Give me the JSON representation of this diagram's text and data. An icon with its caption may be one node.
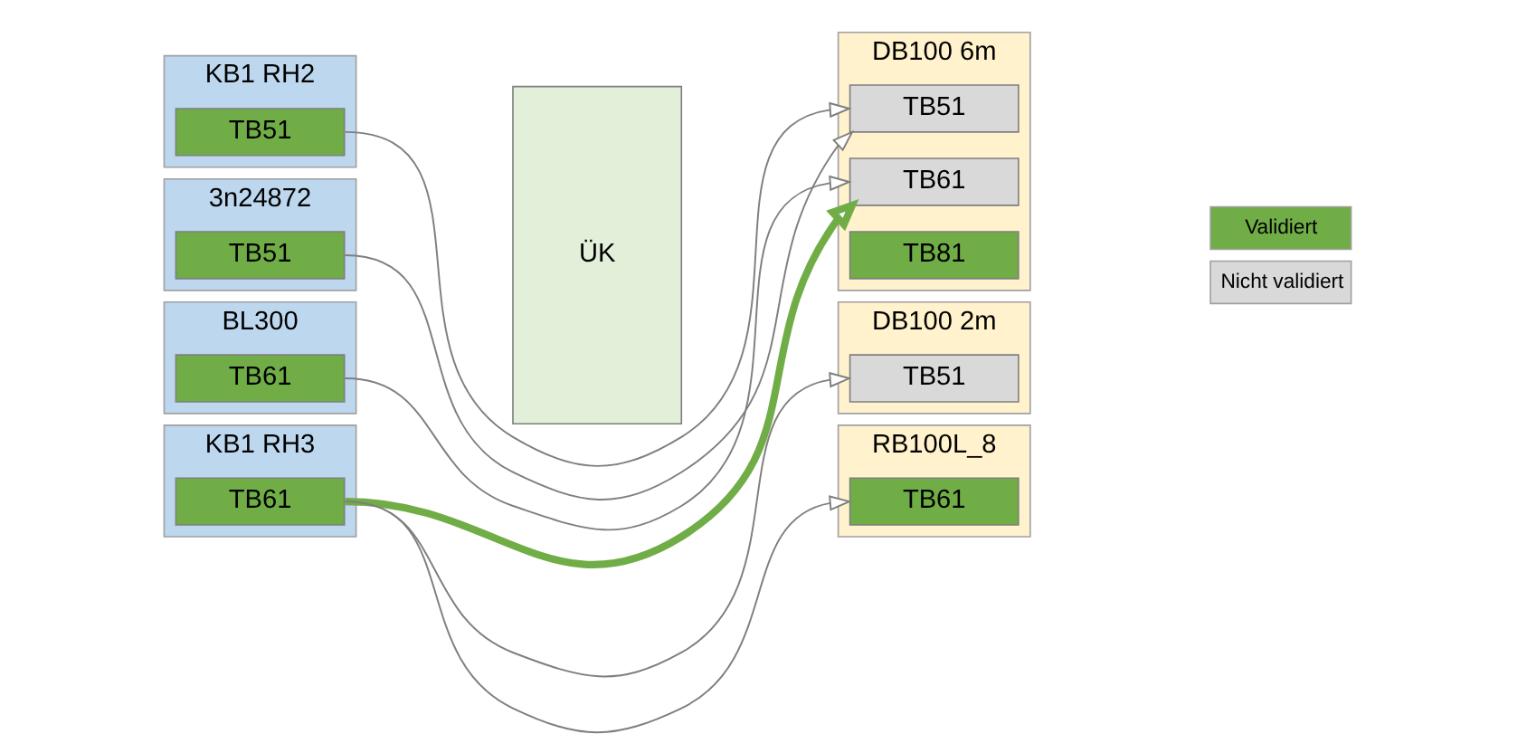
{
  "diagram": {
    "nodes": [
      {
        "text": [
          "KB1 RH2"
        ]
      },
      {
        "text": [
          "TB51"
        ],
        "in": 0
      },
      {
        "text": [
          "3n24872"
        ]
      },
      {
        "text": [
          "TB51"
        ],
        "in": 2
      },
      {
        "text": [
          "BL300"
        ]
      },
      {
        "text": [
          "TB61"
        ],
        "in": 4
      },
      {
        "text": [
          "KB1 RH3"
        ]
      },
      {
        "text": [
          "TB61"
        ],
        "in": 6
      },
      {
        "text": [
          "ÜK"
        ]
      },
      {
        "text": [
          "DB100 6m"
        ]
      },
      {
        "text": [
          "TB51"
        ],
        "in": 9
      },
      {
        "text": [
          "TB61"
        ],
        "in": 9
      },
      {
        "text": [
          "TB81"
        ],
        "in": 9
      },
      {
        "text": [
          "DB100 2m"
        ]
      },
      {
        "text": [
          "TB51"
        ],
        "in": 13
      },
      {
        "text": [
          "RB100L_8"
        ]
      },
      {
        "text": [
          "TB61"
        ],
        "in": 15
      }
    ],
    "edges": [
      {
        "from": 1,
        "to": 10,
        "arrow": "to"
      },
      {
        "from": 3,
        "to": 10,
        "arrow": "to"
      },
      {
        "from": 5,
        "to": 11,
        "arrow": "to"
      },
      {
        "from": 7,
        "to": 11,
        "arrow": "to",
        "style": "thick",
        "color": "#70ad47"
      },
      {
        "from": 7,
        "to": 14,
        "arrow": "to"
      },
      {
        "from": 7,
        "to": 16,
        "arrow": "to"
      }
    ],
    "legend": [
      {
        "text": "Validiert",
        "color": "#70ad47"
      },
      {
        "text": "Nicht validiert",
        "color": "#d9d9d9"
      }
    ]
  }
}
